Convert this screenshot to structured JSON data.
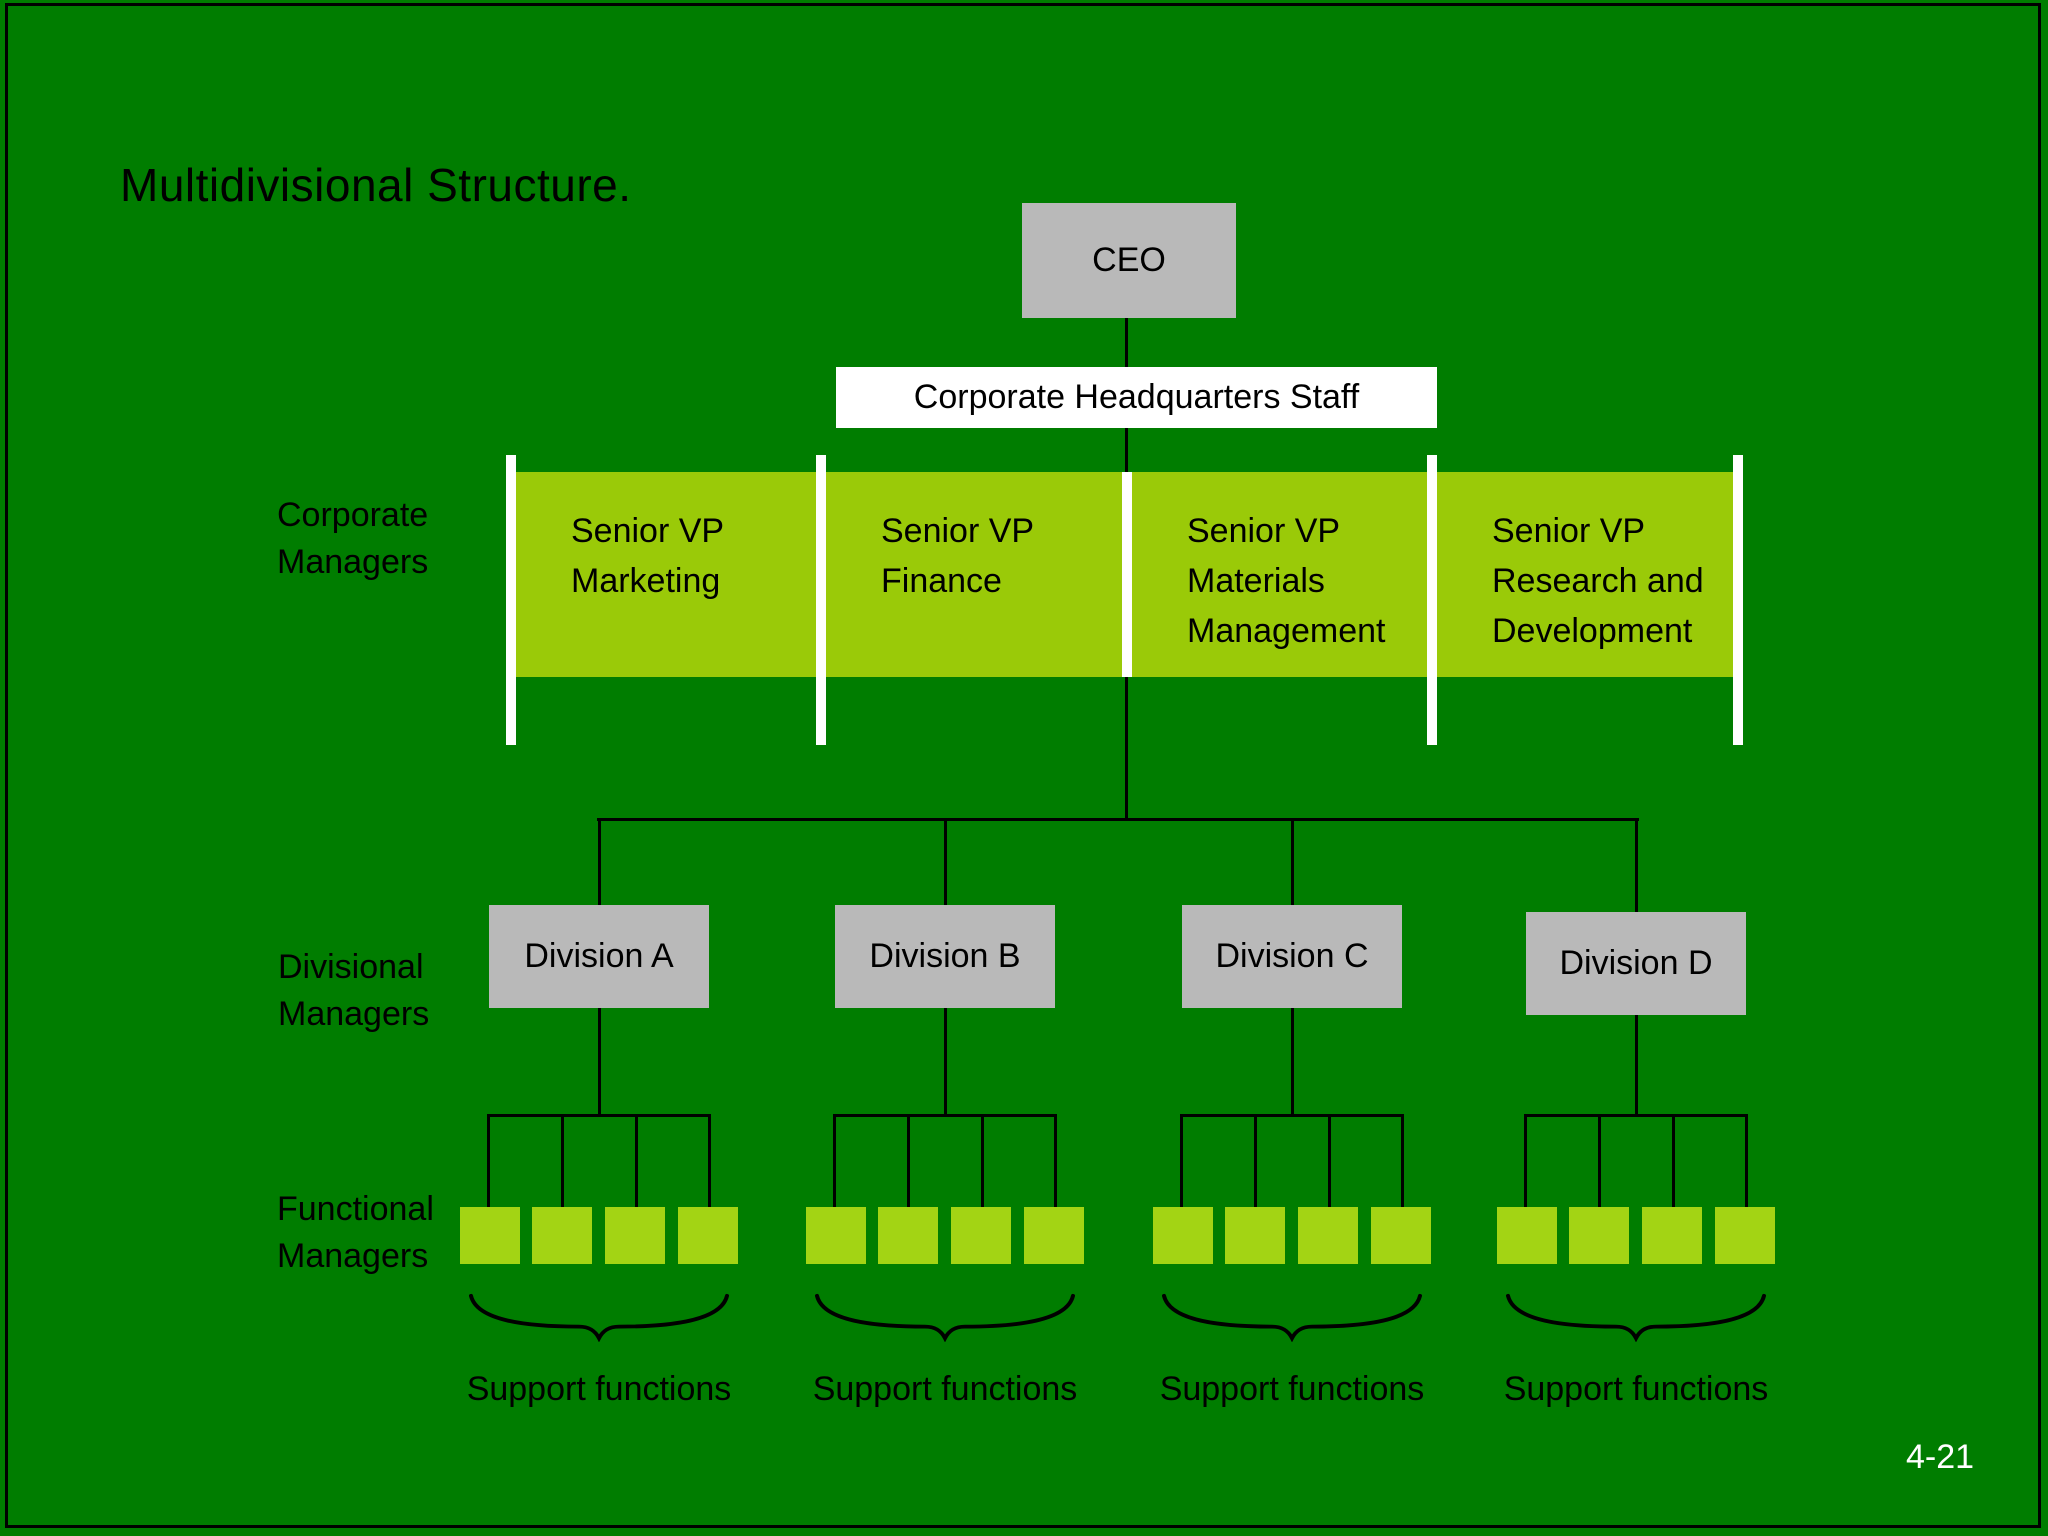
{
  "colors": {
    "bg": "#007d00",
    "box_lime": "#9aca08",
    "box_lime_small": "#a3d414",
    "box_gray": "#b9b9b9",
    "box_white": "#ffffff",
    "line": "#000000",
    "page_text": "#ffffff"
  },
  "slide": {
    "title": "Multidivisional Structure.",
    "page_number": "4-21"
  },
  "org": {
    "ceo_label": "CEO",
    "hq_staff_label": "Corporate Headquarters Staff",
    "row_labels": [
      {
        "lines": [
          "Corporate",
          "Managers"
        ]
      },
      {
        "lines": [
          "Divisional",
          "Managers"
        ]
      },
      {
        "lines": [
          "Functional",
          "Managers"
        ]
      }
    ],
    "senior_vps": [
      {
        "lines": [
          "Senior VP",
          "Marketing",
          ""
        ]
      },
      {
        "lines": [
          "Senior VP",
          "Finance",
          ""
        ]
      },
      {
        "lines": [
          "Senior VP",
          "Materials",
          "Management"
        ]
      },
      {
        "lines": [
          "Senior VP",
          "Research and",
          "Development"
        ]
      }
    ],
    "divisions": [
      {
        "label": "Division A",
        "support_label": "Support functions"
      },
      {
        "label": "Division B",
        "support_label": "Support functions"
      },
      {
        "label": "Division C",
        "support_label": "Support functions"
      },
      {
        "label": "Division D",
        "support_label": "Support functions"
      }
    ]
  }
}
